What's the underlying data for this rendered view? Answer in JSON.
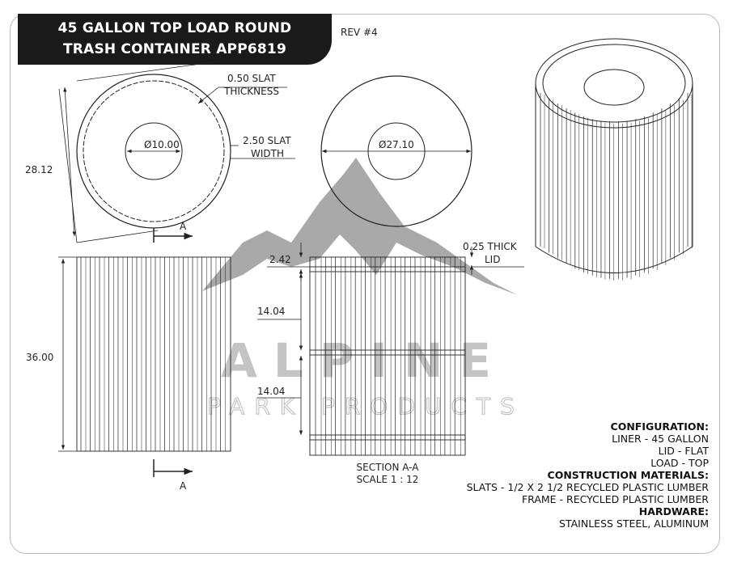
{
  "title": {
    "line1": "45 GALLON TOP LOAD ROUND",
    "line2": "TRASH CONTAINER APP6819"
  },
  "revision": "REV #4",
  "watermark": {
    "brand": "ALPINE",
    "tagline": "PARK PRODUCTS"
  },
  "dimensions": {
    "slat_thickness": [
      "0.50 SLAT",
      "THICKNESS"
    ],
    "slat_width": [
      "2.50 SLAT",
      "WIDTH"
    ],
    "inner_diameter": "Ø10.00",
    "outer_diameter_top": "Ø27.10",
    "overall_width": "28.12",
    "height": "36.00",
    "lid_offset": "2.42",
    "lid_thickness": [
      "0.25 THICK",
      "LID"
    ],
    "section_upper": "14.04",
    "section_lower": "14.04",
    "section_marker": "A"
  },
  "section_label": {
    "name": "SECTION A-A",
    "scale": "SCALE 1 : 12"
  },
  "notes": [
    {
      "text": "CONFIGURATION:",
      "heading": true
    },
    {
      "text": "LINER - 45 GALLON",
      "heading": false
    },
    {
      "text": "LID - FLAT",
      "heading": false
    },
    {
      "text": "LOAD - TOP",
      "heading": false
    },
    {
      "text": "CONSTRUCTION MATERIALS:",
      "heading": true
    },
    {
      "text": "SLATS - 1/2 X 2 1/2 RECYCLED PLASTIC LUMBER",
      "heading": false
    },
    {
      "text": "FRAME - RECYCLED PLASTIC LUMBER",
      "heading": false
    },
    {
      "text": "HARDWARE:",
      "heading": true
    },
    {
      "text": "STAINLESS STEEL, ALUMINUM",
      "heading": false
    }
  ],
  "colors": {
    "line": "#222222",
    "banner": "#1a1a1a",
    "watermark": "#9a9a9a"
  }
}
